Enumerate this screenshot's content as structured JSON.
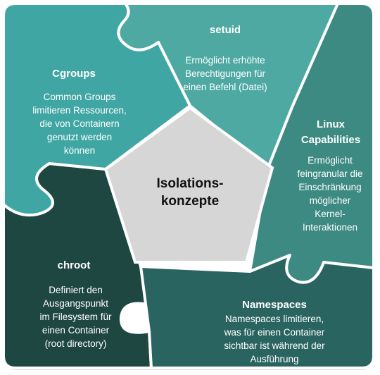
{
  "center": {
    "line1": "Isolations-",
    "line2": "konzepte"
  },
  "pieces": {
    "setuid": {
      "title": "setuid",
      "desc": [
        "Ermöglicht erhöhte",
        "Berechtigungen für",
        "einen Befehl (Datei)"
      ],
      "color": "#4ea9a3"
    },
    "cgroups": {
      "title": "Cgroups",
      "desc": [
        "Common Groups",
        "limitieren Ressourcen,",
        "die von Containern",
        "genutzt werden",
        "können"
      ],
      "color": "#3fa6a4"
    },
    "linux_capabilities": {
      "title_lines": [
        "Linux",
        "Capabilities"
      ],
      "desc": [
        "Ermöglicht",
        "feingranular die",
        "Einschränkung",
        "möglicher",
        "Kernel-",
        "Interaktionen"
      ],
      "color": "#3c8a82"
    },
    "chroot": {
      "title": "chroot",
      "desc": [
        "Definiert den",
        "Ausgangspunkt",
        "im Filesystem für",
        "einen Container",
        "(root directory)"
      ],
      "color": "#1e4742"
    },
    "namespaces": {
      "title": "Namespaces",
      "desc": [
        "Namespaces limitieren,",
        "was für einen Container",
        "sichtbar ist während der",
        "Ausführung"
      ],
      "color": "#2a6460"
    }
  },
  "colors": {
    "center_fill": "#d6d6d6",
    "center_stroke": "#ffffff",
    "border": "#cfcfcf"
  }
}
